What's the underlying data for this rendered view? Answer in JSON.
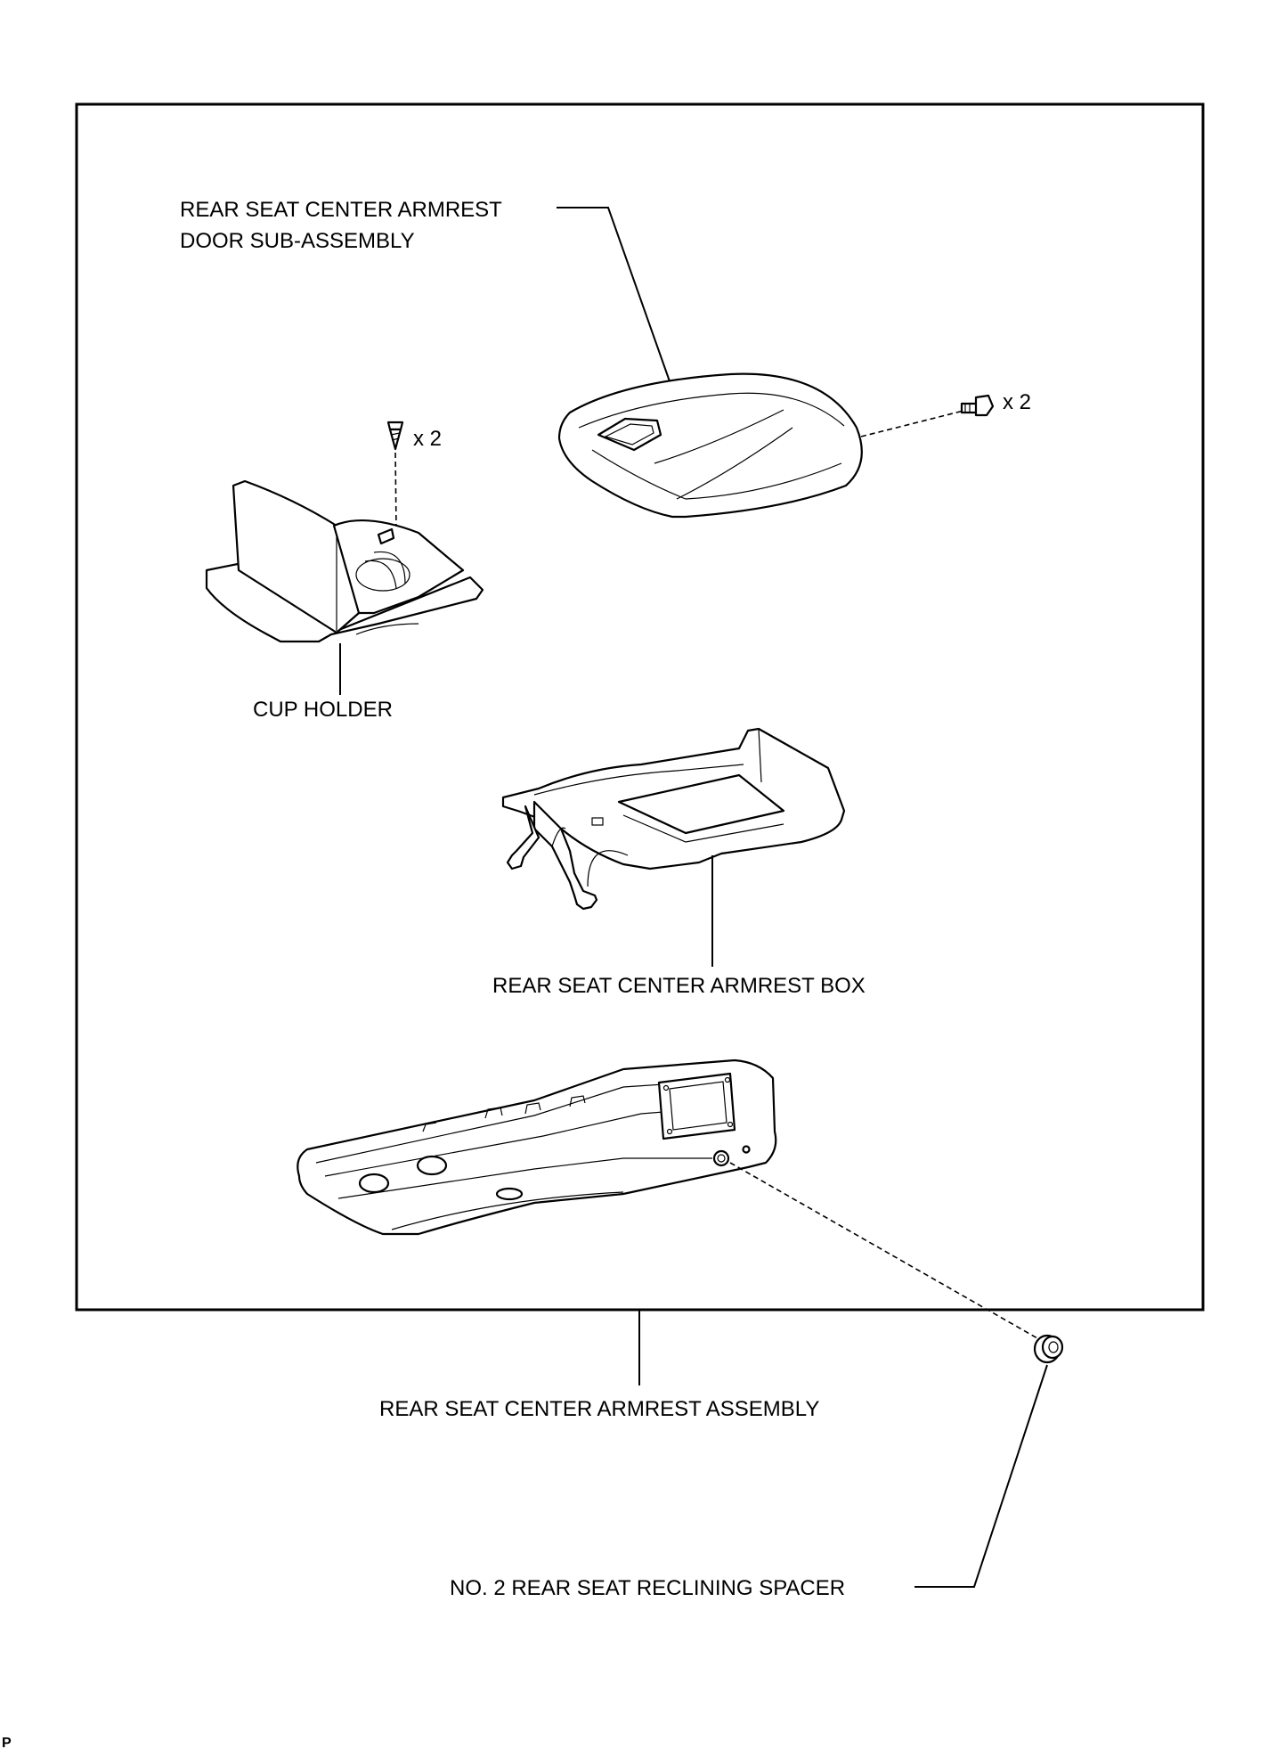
{
  "labels": {
    "door_line1": "REAR SEAT CENTER ARMREST",
    "door_line2": "DOOR SUB-ASSEMBLY",
    "bolt_qty": "x 2",
    "screw_qty": "x 2",
    "cup_holder": "CUP HOLDER",
    "armrest_box": "REAR SEAT CENTER ARMREST BOX",
    "armrest_assembly": "REAR SEAT CENTER ARMREST ASSEMBLY",
    "spacer": "NO. 2 REAR SEAT RECLINING SPACER",
    "corner_mark": "P"
  }
}
